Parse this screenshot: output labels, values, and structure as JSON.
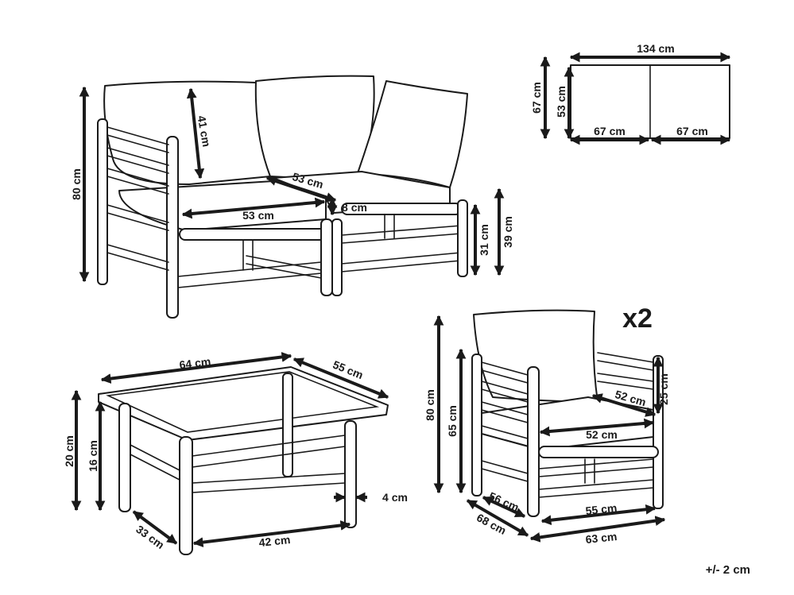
{
  "dimensions": {
    "sofa_width_top": "134 cm",
    "sofa_depth_top": "67 cm",
    "sofa_seat_depth_top": "53 cm",
    "sofa_module_left": "67 cm",
    "sofa_module_right": "67 cm",
    "sofa_height": "80 cm",
    "sofa_backrest": "41 cm",
    "sofa_seat_depth": "53 cm",
    "sofa_seat_width": "53 cm",
    "sofa_cushion": "8 cm",
    "sofa_seat_height": "31 cm",
    "sofa_seat_height_cushion": "39 cm",
    "table_width": "64 cm",
    "table_depth": "55 cm",
    "table_height": "20 cm",
    "table_inner_height": "16 cm",
    "table_leg": "4 cm",
    "table_inner_depth": "33 cm",
    "table_inner_width": "42 cm",
    "chair_height": "80 cm",
    "chair_inner_height": "65 cm",
    "chair_armrest": "25 cm",
    "chair_seat_depth_diag": "52 cm",
    "chair_seat_width": "52 cm",
    "chair_inner_depth": "56 cm",
    "chair_depth": "68 cm",
    "chair_inner_width": "55 cm",
    "chair_width": "63 cm"
  },
  "quantity_label": "x2",
  "tolerance": "+/- 2 cm",
  "colors": {
    "line": "#1a1a1a",
    "background": "#ffffff"
  }
}
